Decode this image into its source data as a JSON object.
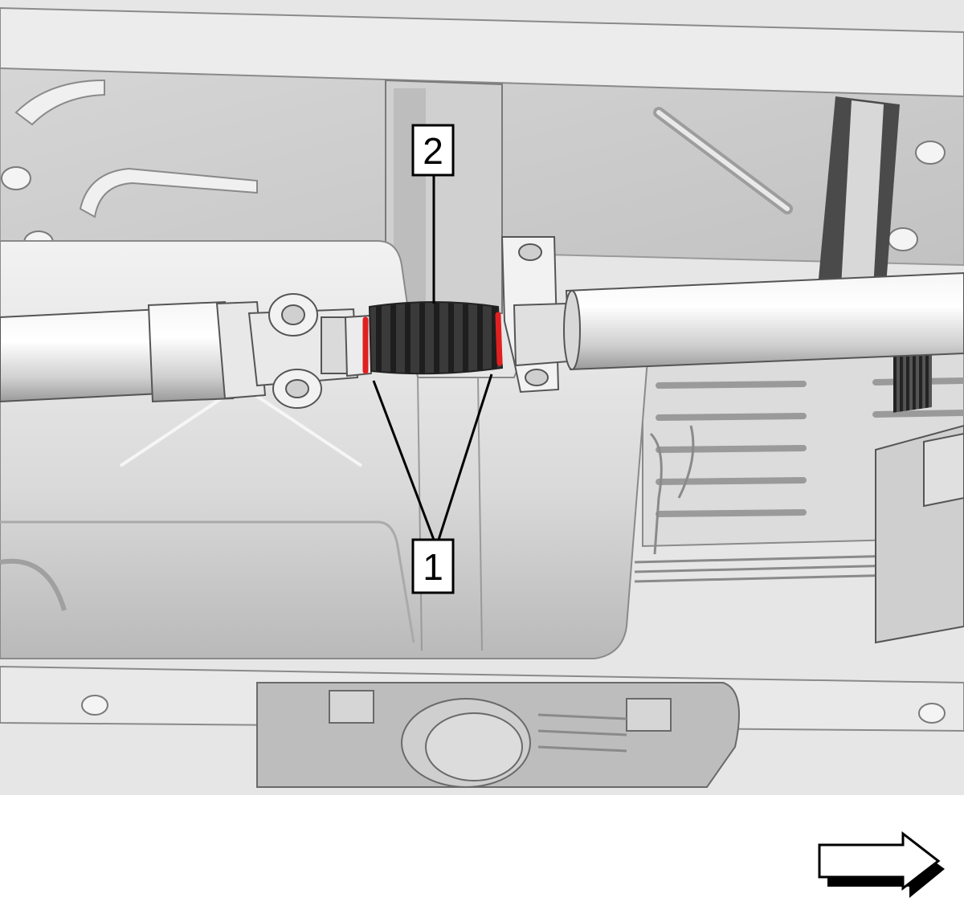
{
  "callouts": [
    {
      "id": "1",
      "label": "1"
    },
    {
      "id": "2",
      "label": "2"
    }
  ],
  "colors": {
    "background": "#ffffff",
    "frame": "#d6d6d6",
    "frame_dark": "#8a8a8a",
    "shaft": "#e4e4e4",
    "boot": "#2b2b2b",
    "clamp_highlight": "#e02020",
    "outline": "#555555"
  },
  "icons": {
    "direction": "forward-arrow-icon"
  }
}
